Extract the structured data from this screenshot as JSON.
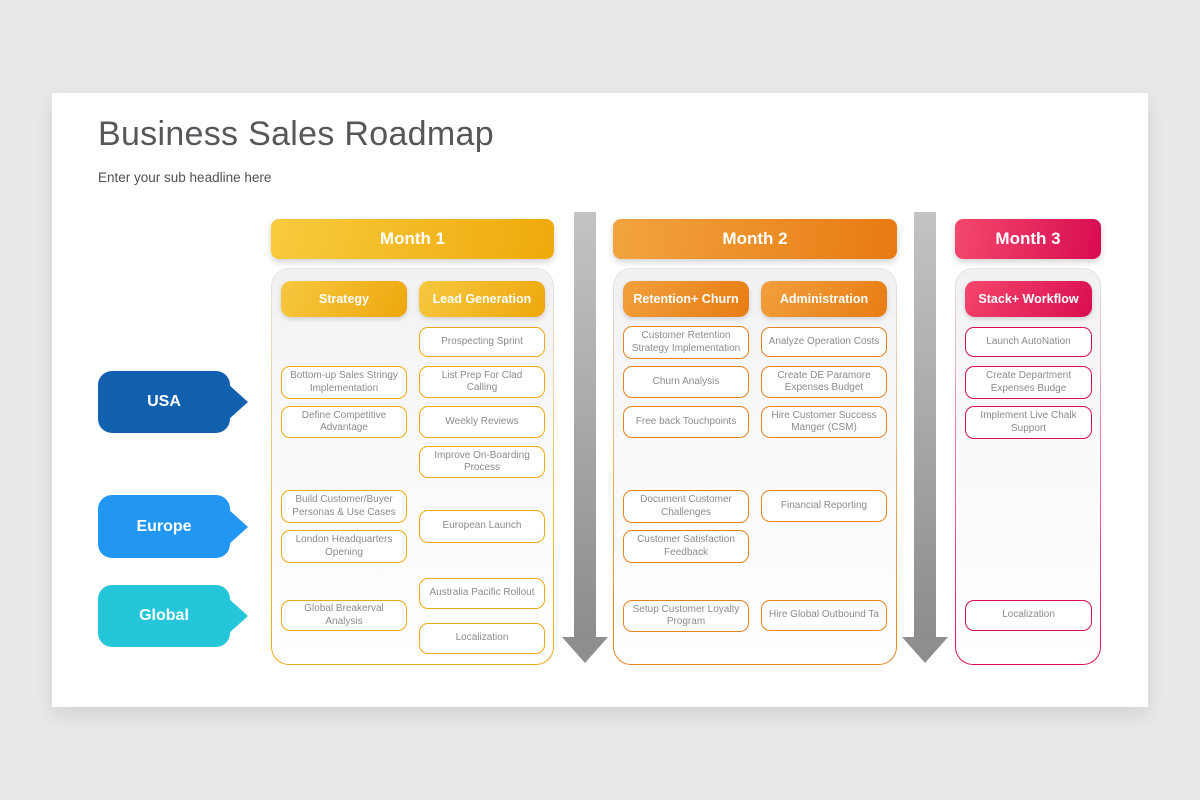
{
  "page": {
    "title": "Business Sales Roadmap",
    "subtitle": "Enter your sub headline here"
  },
  "regions": [
    {
      "label": "USA",
      "color": "#1261ae"
    },
    {
      "label": "Europe",
      "color": "#2196f3"
    },
    {
      "label": "Global",
      "color": "#26c6da"
    }
  ],
  "columns": [
    {
      "header": "Month 1",
      "color": "#efa90b",
      "tracks": [
        {
          "label": "Strategy",
          "items": [
            "Bottom-up Sales Stringy Implementation",
            "Define Competitive Advantage",
            "Build Customer/Buyer Personas & Use Cases",
            "London Headquarters Opening",
            "Global Breakerval Analysis"
          ]
        },
        {
          "label": "Lead Generation",
          "items": [
            "Prospecting Sprint",
            "List Prep For Clad Calling",
            "Weekly Reviews",
            "Improve On-Boarding Process",
            "European Launch",
            "Australia Pacific Rollout",
            "Localization"
          ]
        }
      ]
    },
    {
      "header": "Month 2",
      "color": "#e87a12",
      "tracks": [
        {
          "label": "Retention+ Churn",
          "items": [
            "Customer Retention Strategy Implementation",
            "Churn Analysis",
            "Free back Touchpoints",
            "Document Customer Challenges",
            "Customer Satisfaction Feedback",
            "Setup Customer Loyalty Program"
          ]
        },
        {
          "label": "Administration",
          "items": [
            "Analyze Operation Costs",
            "Create DE Paramore Expenses Budget",
            "Hire Customer Success Manger (CSM)",
            "Financial Reporting",
            "Hire Global Outbound Ta"
          ]
        }
      ]
    },
    {
      "header": "Month 3",
      "color": "#d80c50",
      "tracks": [
        {
          "label": "Stack+ Workflow",
          "items": [
            "Launch AutoNation",
            "Create Department Expenses Budge",
            "Implement Live Chalk Support",
            "Localization"
          ]
        }
      ]
    }
  ]
}
